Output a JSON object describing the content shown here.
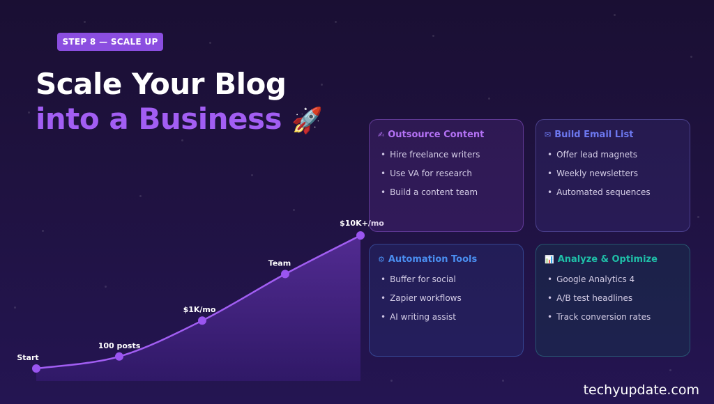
{
  "step_badge": "STEP 8 — SCALE UP",
  "title": {
    "line1": "Scale Your Blog",
    "line2": "into a Business",
    "emoji": "🚀"
  },
  "chart_data": {
    "type": "line",
    "x": [
      "Start",
      "100 posts",
      "$1K/mo",
      "Team",
      "$10K+/mo"
    ],
    "values": [
      0,
      0.09,
      0.36,
      0.71,
      1.0
    ],
    "ylim": [
      0,
      1
    ],
    "annotations": [
      "Start",
      "100 posts",
      "$1K/mo",
      "Team",
      "$10K+/mo"
    ],
    "grid": false,
    "line_color": "#a25ef3"
  },
  "cards": {
    "outsource": {
      "icon": "✍",
      "title": "Outsource Content",
      "items": [
        "Hire freelance writers",
        "Use VA for research",
        "Build a content team"
      ]
    },
    "email": {
      "icon": "✉",
      "title": "Build Email List",
      "items": [
        "Offer lead magnets",
        "Weekly newsletters",
        "Automated sequences"
      ]
    },
    "automation": {
      "icon": "⚙",
      "title": "Automation Tools",
      "items": [
        "Buffer for social",
        "Zapier workflows",
        "AI writing assist"
      ]
    },
    "analyze": {
      "icon": "📊",
      "title": "Analyze & Optimize",
      "items": [
        "Google Analytics 4",
        "A/B test headlines",
        "Track conversion rates"
      ]
    }
  },
  "footer": {
    "brand": "techyupdate.com"
  },
  "colors": {
    "accent": "#a25ef3",
    "badge": "#8b4ee0",
    "outsource": "#b472f5",
    "email": "#6d78f0",
    "automation": "#4a8ef0",
    "analyze": "#1fbfa8"
  }
}
